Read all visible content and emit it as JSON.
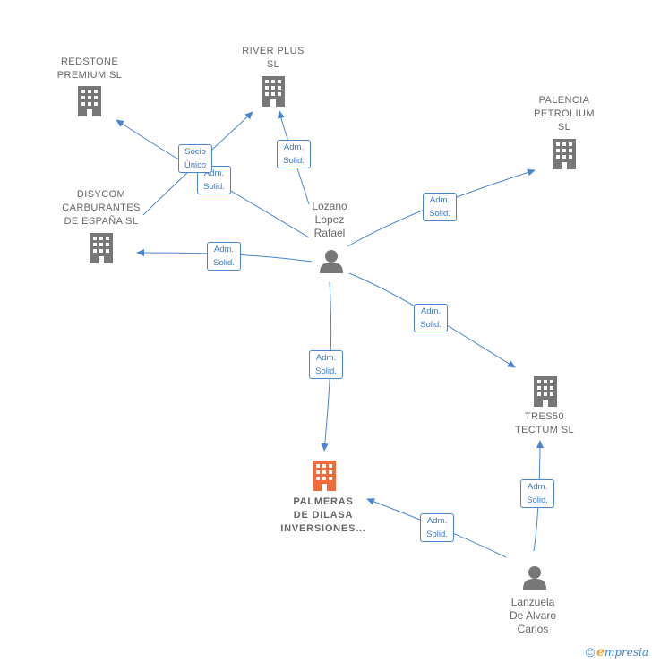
{
  "nodes": {
    "redstone": {
      "label": "REDSTONE\nPREMIUM  SL",
      "type": "company"
    },
    "river": {
      "label": "RIVER PLUS\nSL",
      "type": "company"
    },
    "palencia": {
      "label": "PALENCIA\nPETROLIUM\nSL",
      "type": "company"
    },
    "disycom": {
      "label": "DISYCOM\nCARBURANTES\nDE ESPAÑA  SL",
      "type": "company"
    },
    "lozano": {
      "label": "Lozano\nLopez\nRafael",
      "type": "person"
    },
    "tres50": {
      "label": "TRES50\nTECTUM  SL",
      "type": "company"
    },
    "palmeras": {
      "label": "PALMERAS\nDE DILASA\nINVERSIONES...",
      "type": "main"
    },
    "lanzuela": {
      "label": "Lanzuela\nDe Alvaro\nCarlos",
      "type": "person"
    }
  },
  "edges": [
    {
      "from": "lozano",
      "to": "river",
      "label": "Adm.\nSolid."
    },
    {
      "from": "lozano",
      "to": "redstone",
      "label": "Adm.\nSolid."
    },
    {
      "from": "lozano",
      "to": "redstone",
      "label": "Socio\nÚnico"
    },
    {
      "from": "lozano",
      "to": "palencia",
      "label": "Adm.\nSolid."
    },
    {
      "from": "lozano",
      "to": "disycom",
      "label": "Adm.\nSolid."
    },
    {
      "from": "lozano",
      "to": "tres50",
      "label": "Adm.\nSolid."
    },
    {
      "from": "lozano",
      "to": "palmeras",
      "label": "Adm.\nSolid."
    },
    {
      "from": "lanzuela",
      "to": "palmeras",
      "label": "Adm.\nSolid."
    },
    {
      "from": "lanzuela",
      "to": "tres50",
      "label": "Adm.\nSolid."
    }
  ],
  "colors": {
    "edge": "#4a86d0",
    "company": "#777777",
    "main": "#f26b3a",
    "person": "#777777"
  },
  "footer": {
    "copyright": "©",
    "brand_initial": "e",
    "brand_rest": "mpresia"
  }
}
